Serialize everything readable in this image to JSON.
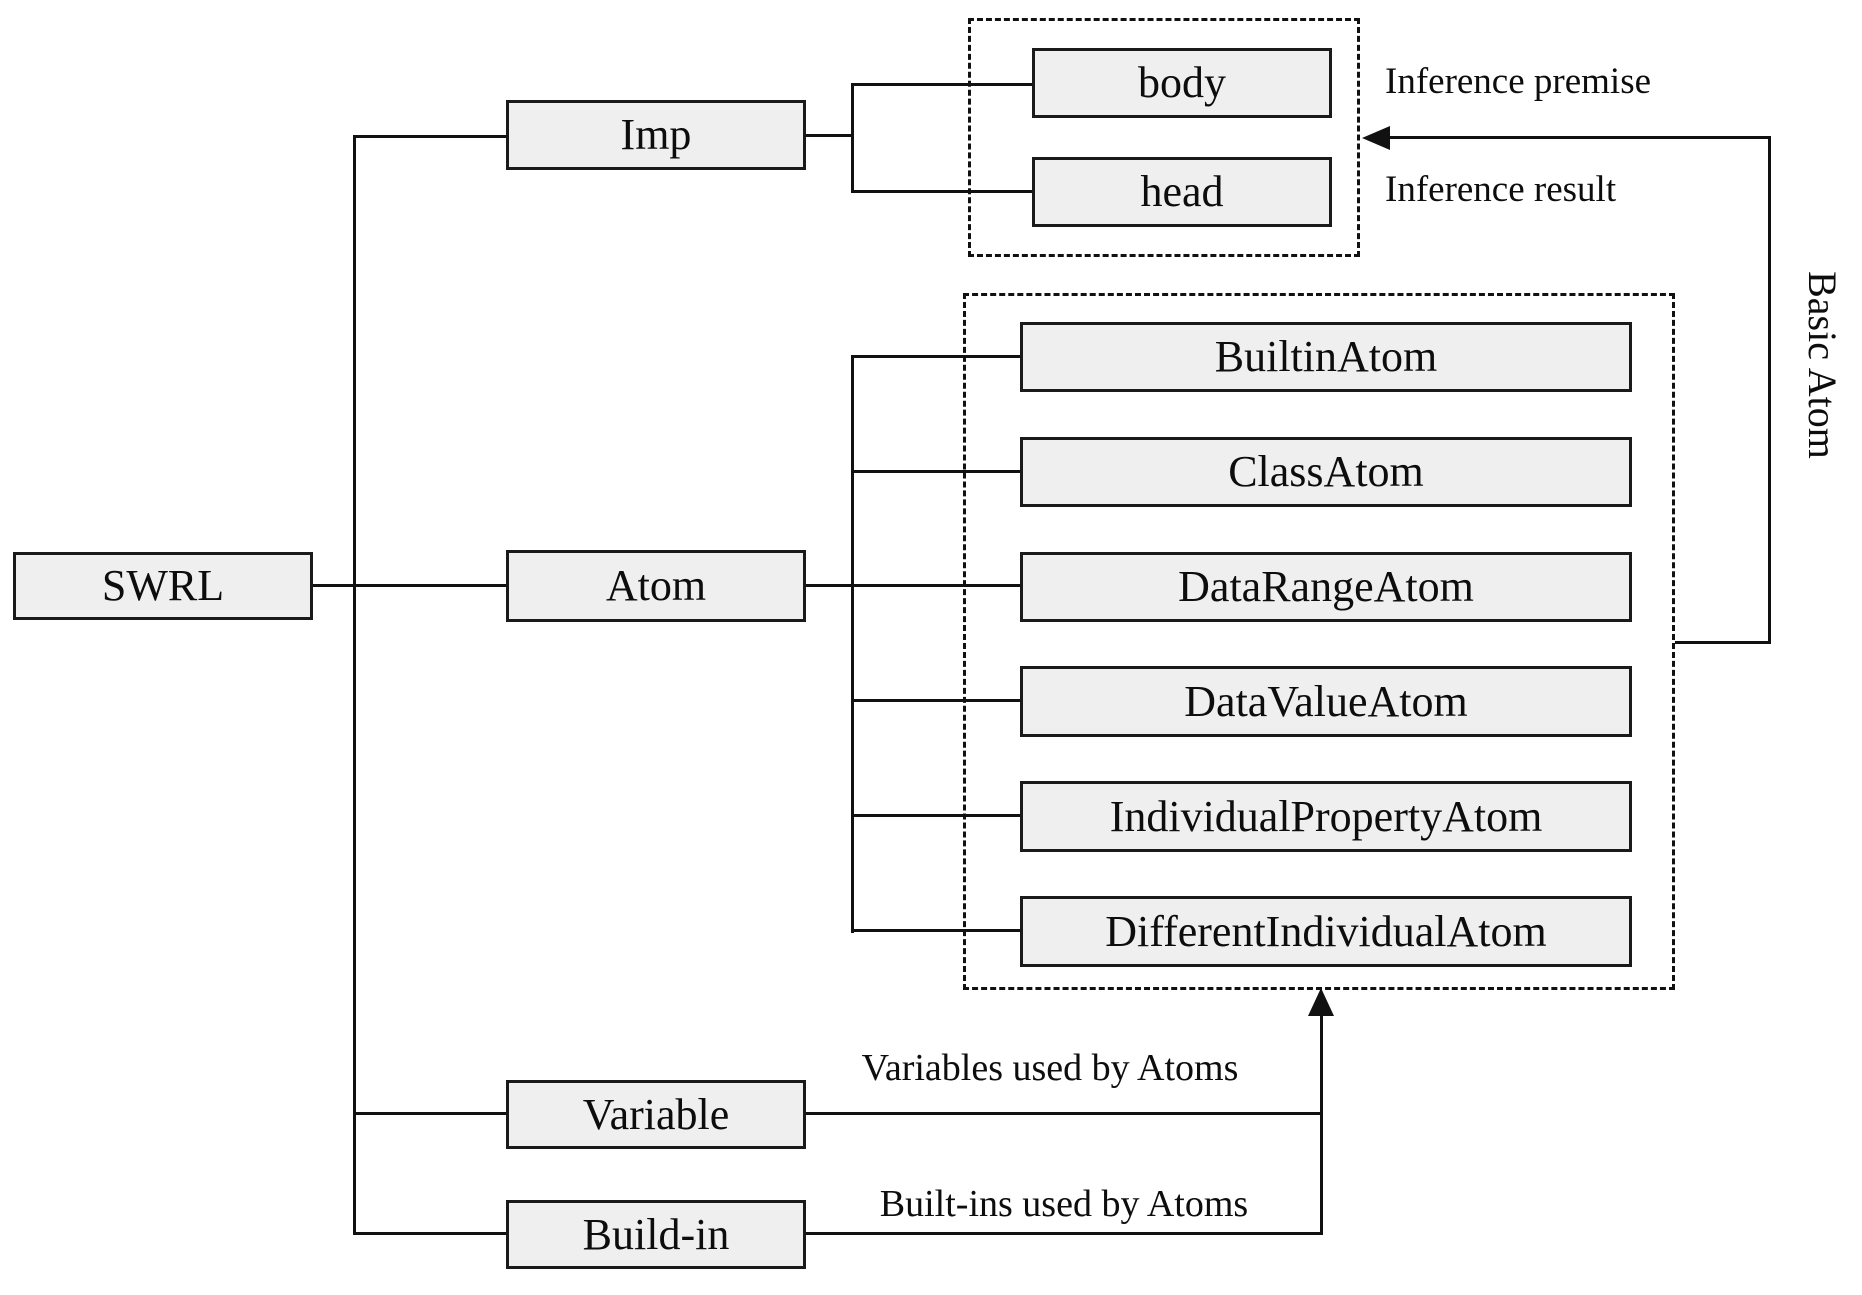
{
  "diagram": {
    "title_hint": "SWRL language structure diagram",
    "root": {
      "label": "SWRL"
    },
    "level1": [
      {
        "label": "Imp"
      },
      {
        "label": "Atom"
      },
      {
        "label": "Variable"
      },
      {
        "label": "Build-in"
      }
    ],
    "imp_children": [
      {
        "label": "body"
      },
      {
        "label": "head"
      }
    ],
    "atom_children": [
      {
        "label": "BuiltinAtom"
      },
      {
        "label": "ClassAtom"
      },
      {
        "label": "DataRangeAtom"
      },
      {
        "label": "DataValueAtom"
      },
      {
        "label": "IndividualPropertyAtom"
      },
      {
        "label": "DifferentIndividualAtom"
      }
    ],
    "annotations": {
      "inference_premise": "Inference premise",
      "inference_result": "Inference result",
      "basic_atom": "Basic Atom",
      "variables_used": "Variables used by Atoms",
      "builtins_used": "Built-ins used by Atoms"
    },
    "colors": {
      "background": "#ffffff",
      "box_fill": "#f0efef",
      "line": "#111111",
      "text": "#0d0d0d"
    }
  }
}
